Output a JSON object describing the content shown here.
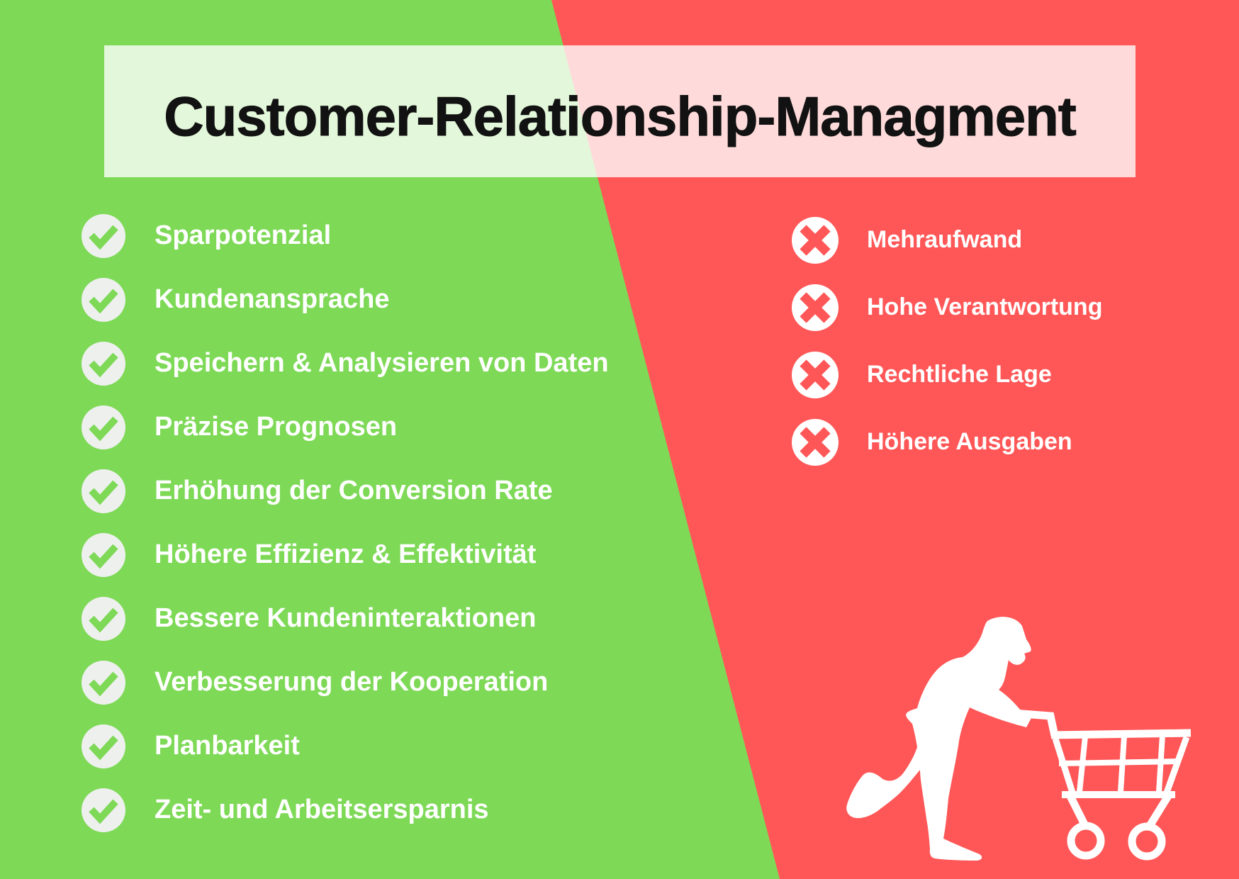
{
  "title": "Customer-Relationship-Managment",
  "pros": {
    "items": [
      "Sparpotenzial",
      "Kundenansprache",
      "Speichern & Analysieren von Daten",
      "Präzise Prognosen",
      "Erhöhung der Conversion Rate",
      "Höhere Effizienz & Effektivität",
      "Bessere Kundeninteraktionen",
      "Verbesserung der Kooperation",
      "Planbarkeit",
      "Zeit- und Arbeitsersparnis"
    ]
  },
  "cons": {
    "items": [
      "Mehraufwand",
      "Hohe Verantwortung",
      "Rechtliche Lage",
      "Höhere Ausgaben"
    ]
  },
  "illustration": "man-pushing-shopping-cart",
  "colors": {
    "pros_bg": "#7ed957",
    "cons_bg": "#ff5757",
    "banner_bg": "rgba(255,255,255,0.78)",
    "title_text": "#121212",
    "item_text": "#ffffff",
    "check_circle": "#eef0ee",
    "cross_circle": "#ffffff"
  }
}
